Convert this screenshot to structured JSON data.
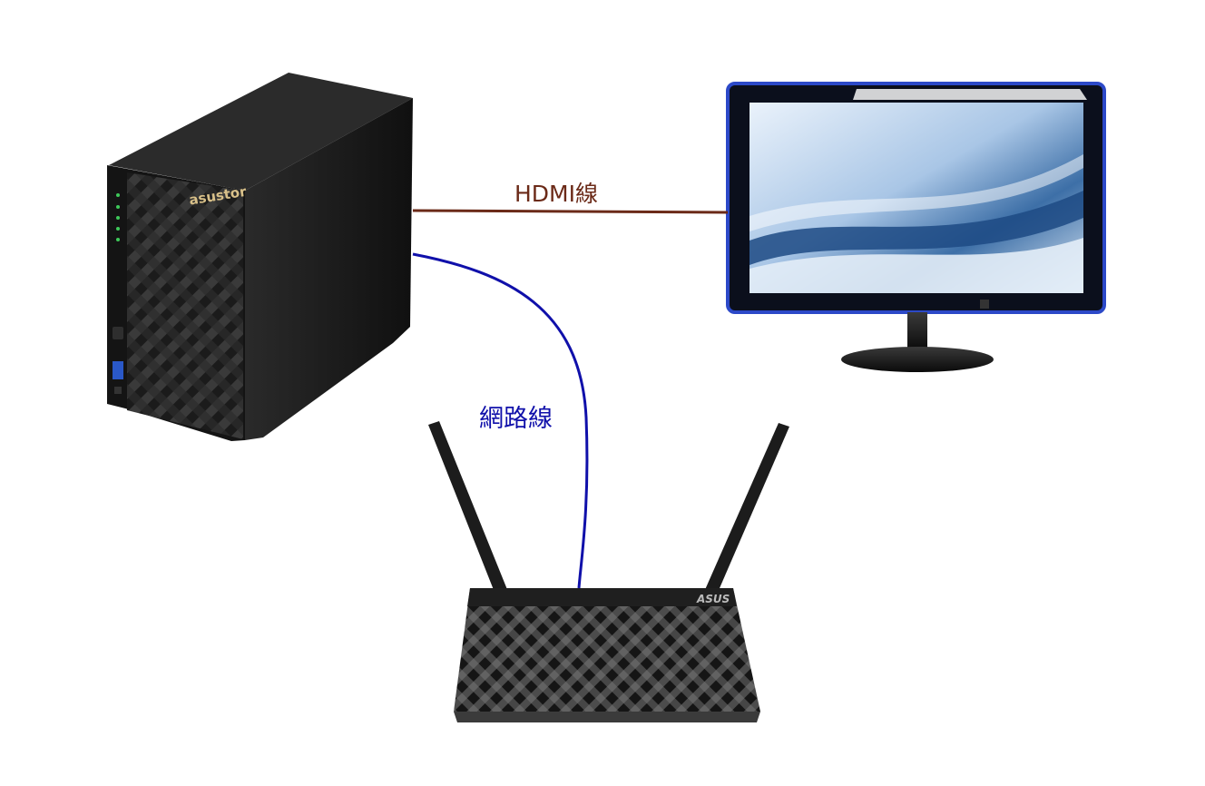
{
  "devices": {
    "nas": {
      "brand": "asustor"
    },
    "monitor": {},
    "router": {
      "brand": "ASUS"
    }
  },
  "connections": {
    "hdmi": {
      "label": "HDMI線",
      "color": "#6b2a18"
    },
    "network": {
      "label": "網路線",
      "color": "#1010aa"
    }
  }
}
